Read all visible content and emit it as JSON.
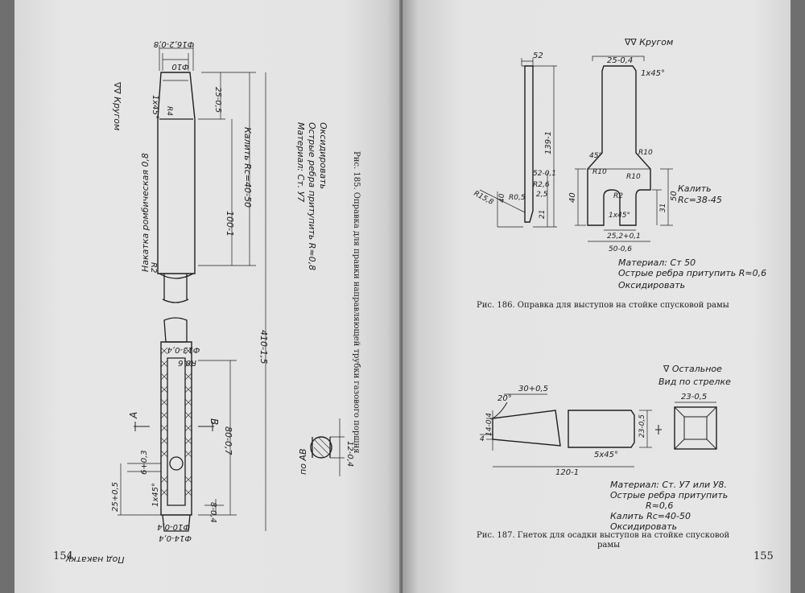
{
  "left_page": {
    "page_number": "154",
    "caption": "Рис. 185. Оправка для правки направляющей трубки газового поршня",
    "roughness": "∇∇ Кругом",
    "notes": [
      "Материал: Ст. У7",
      "Острые ребра притупить R≈0,8",
      "Оксидировать"
    ],
    "knurl_label": "Накатка ромбическая 0,8",
    "under_knurl_label": "Под накатку",
    "section_label": "по АВ",
    "dims": {
      "d1": "Ф16,2-0,8",
      "d2": "Ф10",
      "chamfer": "1х45°",
      "r4": "R4",
      "len25": "25-0,5",
      "len100": "100-1",
      "hrc": "Калить Rc=40-50",
      "r2": "R2",
      "total": "410-1,5",
      "d13": "Ф13-0,4",
      "r06": "R0,6",
      "len80": "80-0,7",
      "d6": "6+0,3",
      "chamfer2": "1х45°",
      "len25b": "25+0,5",
      "len8": "8-0,4",
      "d10b": "Ф10-0,4",
      "d14": "Ф14-0,4",
      "sec12": "12-0,4",
      "A": "А",
      "B": "В"
    }
  },
  "right_page": {
    "page_number": "155",
    "fig186": {
      "caption": "Рис. 186. Оправка для выступов на стойке спусковой рамы",
      "roughness": "∇∇ Кругом",
      "notes": [
        "Материал: Ст 50",
        "Острые ребра притупить R≈0,6",
        "Оксидировать"
      ],
      "hrc": "Калить Rc=38-45",
      "dims": {
        "w52": "52",
        "w25": "25-0,4",
        "chamfer": "1х45°",
        "len139": "139-1",
        "r10a": "R10",
        "r10b": "R10",
        "r10c": "R10",
        "a45": "45°",
        "d52": "52-0,1",
        "r26": "R2,6",
        "r5": "R0,5",
        "r15": "R15,8",
        "l25": "2,5",
        "l21": "21",
        "l40a": "40",
        "l40": "40",
        "r2": "R2",
        "l50": "50",
        "l31": "31",
        "chamfer2": "1х45°",
        "l252": "25,2+0,1",
        "l50b": "50-0,6"
      }
    },
    "fig187": {
      "caption": "Рис. 187. Гнеток для осадки выступов на стойке спусковой рамы",
      "roughness": "∇ Остальное",
      "view": "Вид по стрелке",
      "notes": [
        "Материал: Ст. У7 или У8.",
        "Острые ребра притупить",
        "R≈0,6",
        "Калить Rc=40-50",
        "Оксидировать"
      ],
      "dims": {
        "a20": "20°",
        "l30": "30+0,5",
        "l14": "14-0,4",
        "l4": "4",
        "l23": "23-0,5",
        "l23v": "23-0,5",
        "chamfer": "5х45°",
        "l120": "120-1"
      }
    }
  }
}
